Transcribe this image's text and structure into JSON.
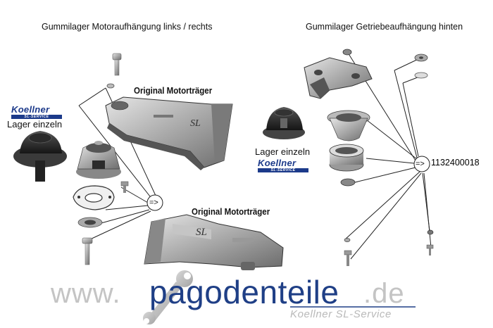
{
  "headings": {
    "left": "Gummilager Motoraufhängung links / rechts",
    "right": "Gummilager Getriebeaufhängung hinten"
  },
  "labels": {
    "lager_einzeln_left": "Lager einzeln",
    "lager_einzeln_right": "Lager einzeln",
    "original_top": "Original Motorträger",
    "original_bottom": "Original Motorträger",
    "arrow_left": "=>",
    "arrow_right": "=>",
    "part_number": "1132400018",
    "bracket_sl_top": "SL",
    "bracket_sl_bottom": "SL"
  },
  "brand_logo": {
    "name": "Koellner",
    "sub": "SL-SERVICE"
  },
  "footer": {
    "www": "www.",
    "brand": "pagodenteile",
    "tld": ".de",
    "subline": "Koellner SL-Service"
  },
  "colors": {
    "brand_blue": "#1f3f86",
    "watermark_gray": "#c4c4c4",
    "line": "#222222"
  }
}
